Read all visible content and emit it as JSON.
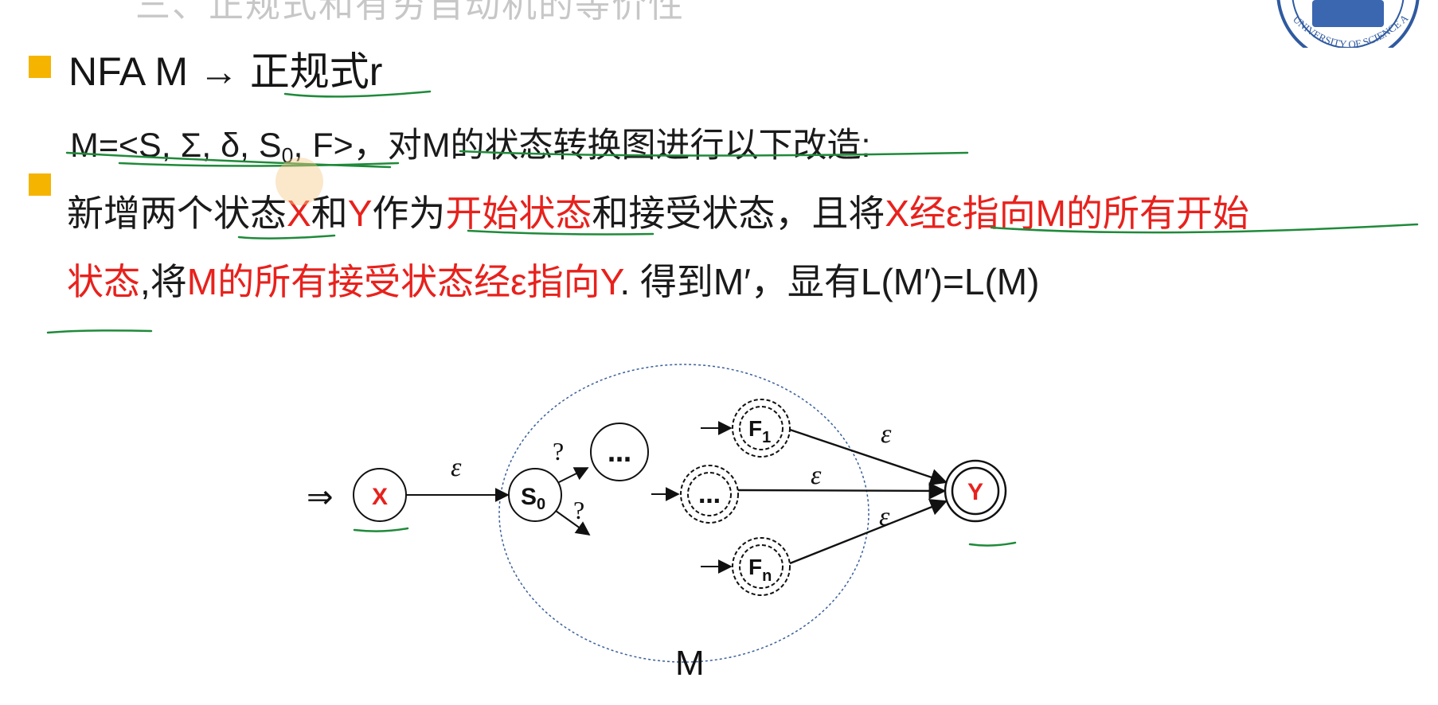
{
  "header": {
    "faded_title": "三、正规式和有穷自动机的等价性",
    "logo_text": "UNIVERSITY OF SCIENCE AND TE"
  },
  "bullet1": {
    "text_a": "NFA M → ",
    "text_b": "正规式r"
  },
  "line2": {
    "m_def_a": "M=<S, Σ, δ, S",
    "m_def_sub": "0",
    "m_def_b": ", F>",
    "rest": "，对M的状态转换图进行以下改造:"
  },
  "bullet2": {
    "p1": "新增两个状态",
    "p2": "X",
    "p3": "和",
    "p4": "Y",
    "p5": "作为",
    "p6": "开始状态",
    "p7": "和接受状态，且将",
    "p8": "X经ε指向M的所有开始",
    "p9": "状态",
    "p10": ",将",
    "p11": "M的所有接受状态经ε指向Y",
    "p12": ". 得到M′，显有L(M′)=L(M)"
  },
  "diagram": {
    "start_arrow": "⇒",
    "state_x": "X",
    "state_s0": "S",
    "state_s0_sub": "0",
    "state_dots": "…",
    "state_mid_dots": "…",
    "state_f1": "F",
    "state_f1_sub": "1",
    "state_fn": "F",
    "state_fn_sub": "n",
    "state_y": "Y",
    "eps_x_s0": "ε",
    "eps_f1_y": "ε",
    "eps_mid_y": "ε",
    "eps_fn_y": "ε",
    "q_upper": "?",
    "q_lower": "?",
    "machine_label": "M"
  },
  "colors": {
    "accent_red": "#e8211c",
    "bullet_yellow": "#f5b400",
    "annotation_green": "#1f8a3a",
    "ellipse_blue": "#3a5f9a"
  }
}
